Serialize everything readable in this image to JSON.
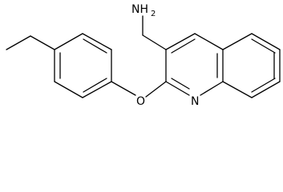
{
  "molecule": {
    "labels": {
      "amine_main": "NH",
      "amine_subscript": "2",
      "ether_oxygen": "O",
      "ring_nitrogen": "N"
    },
    "colors": {
      "bond": "#000000",
      "text": "#000000",
      "background": "#ffffff"
    }
  }
}
